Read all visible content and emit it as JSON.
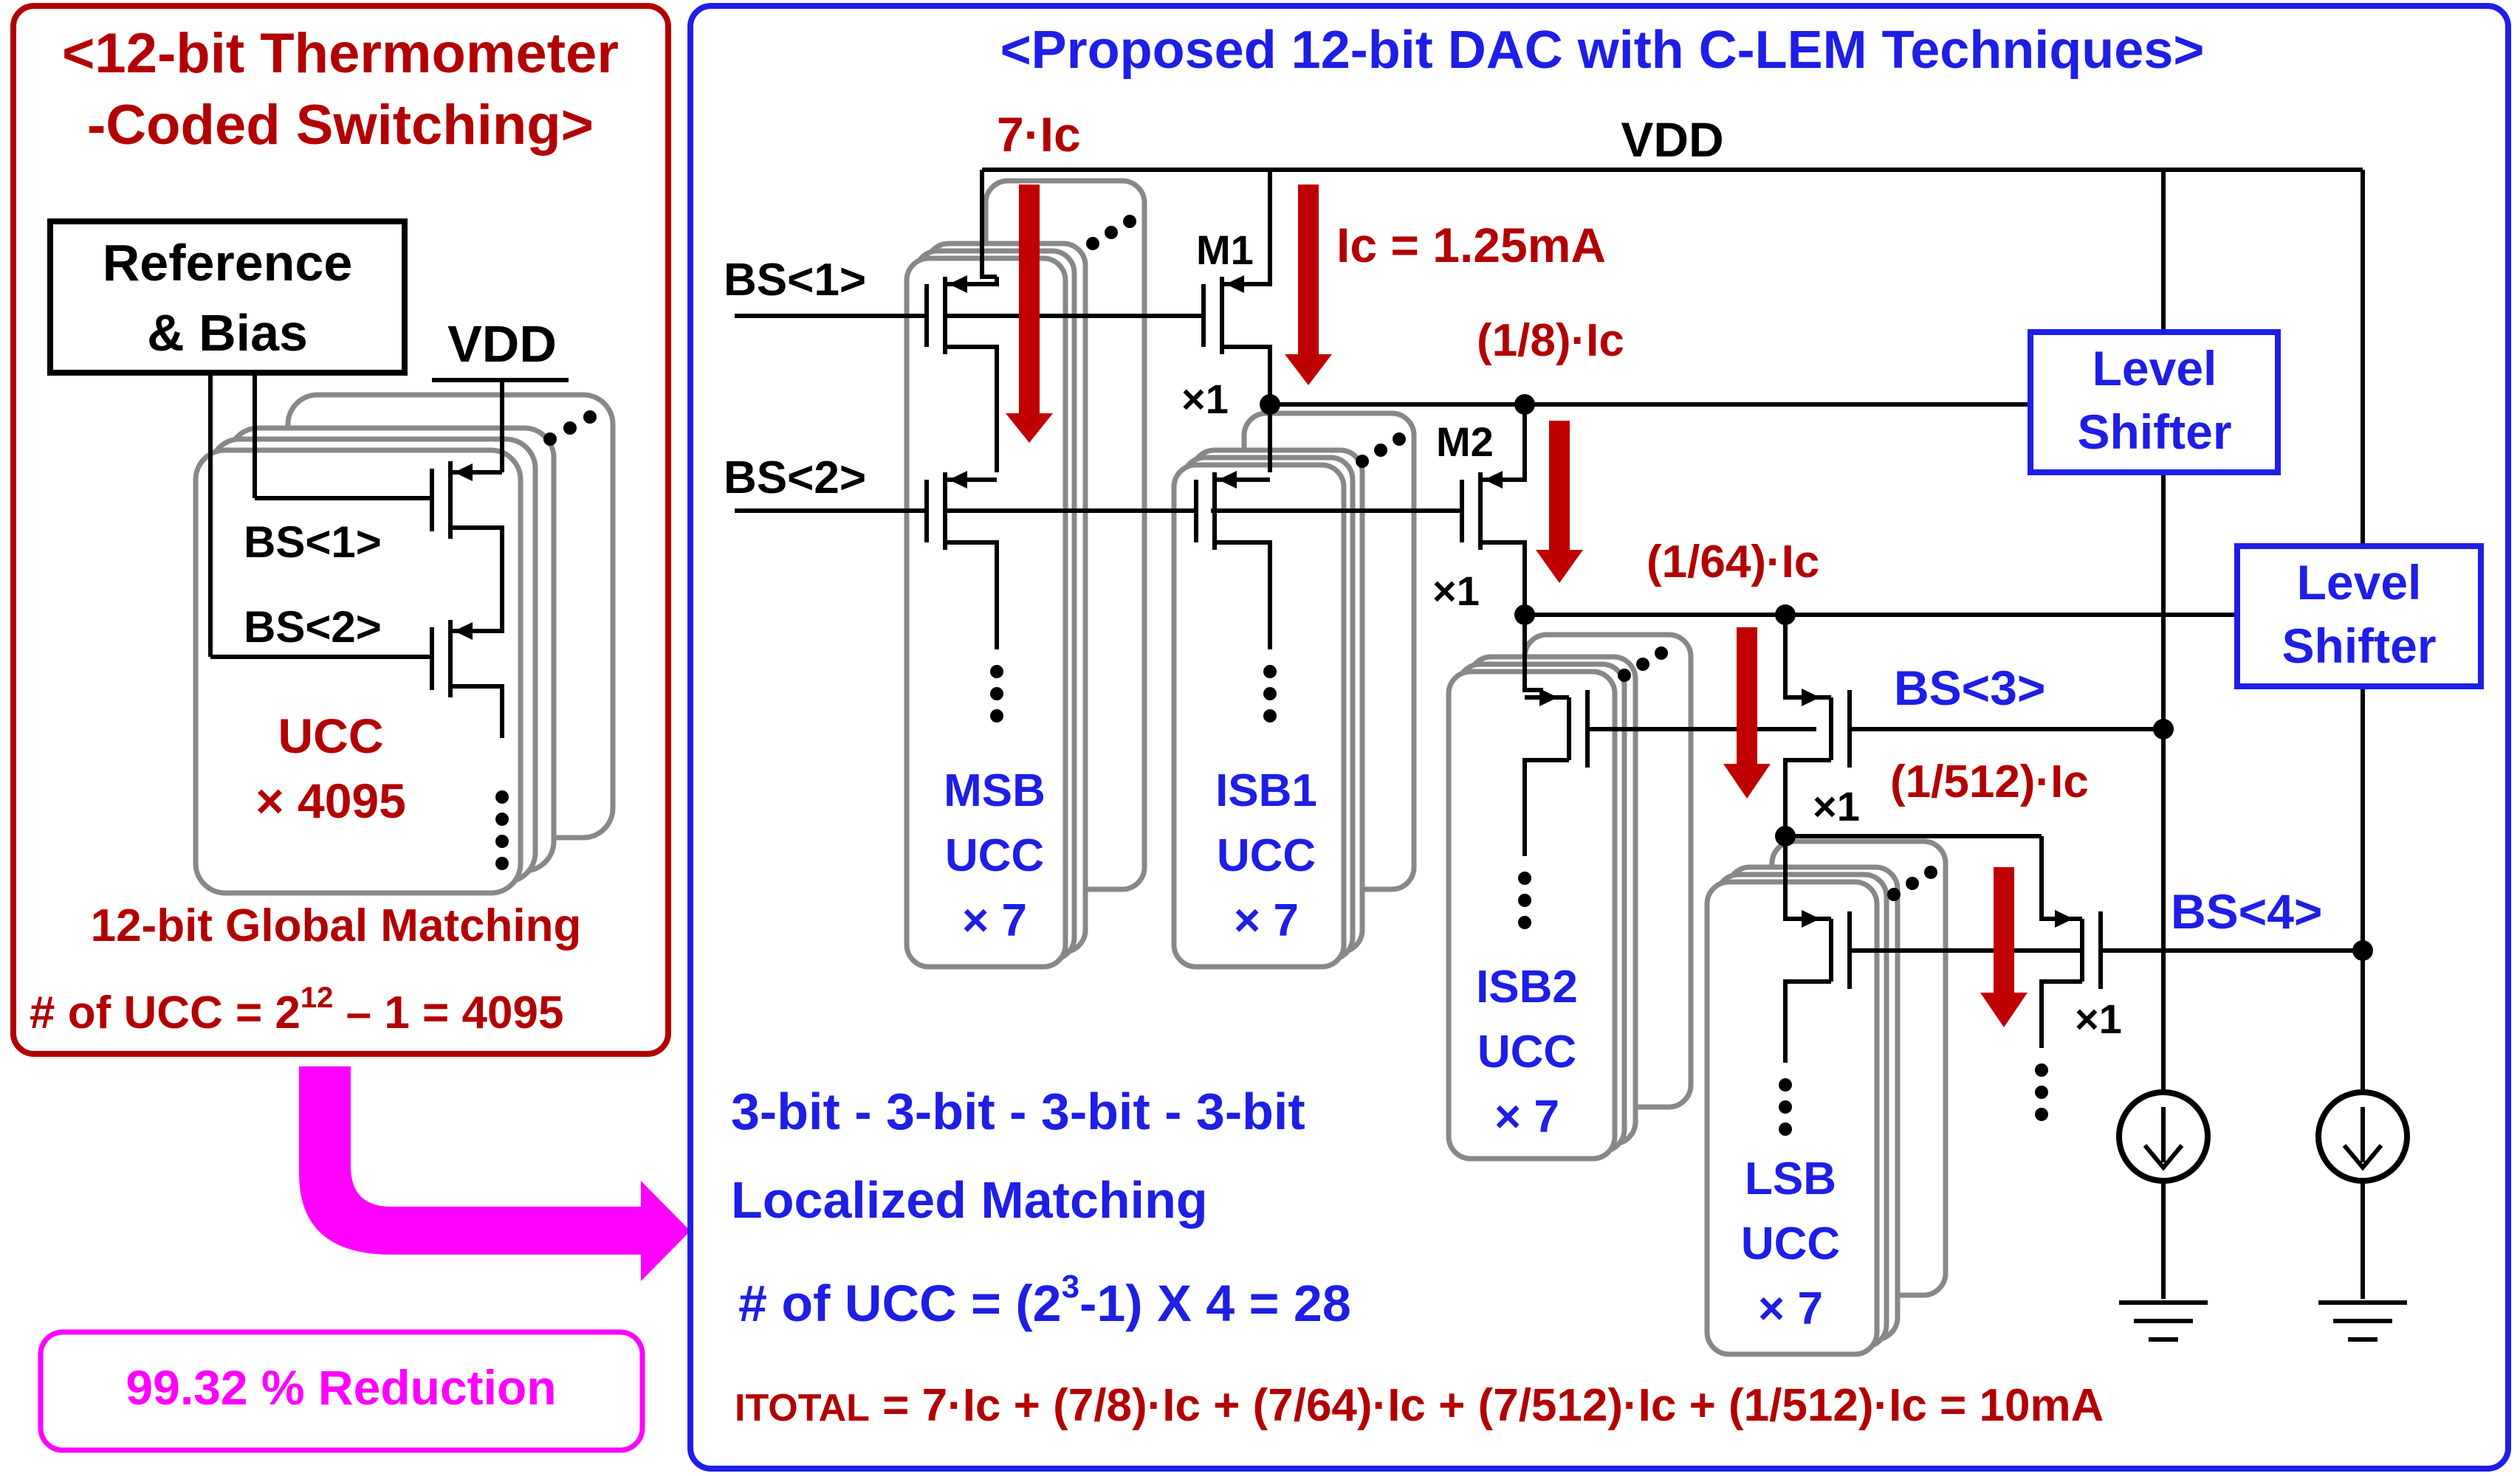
{
  "left_panel": {
    "title_line1": "<12-bit Thermometer",
    "title_line2": "-Coded Switching>",
    "ref_line1": "Reference",
    "ref_line2": "& Bias",
    "vdd": "VDD",
    "bs1": "BS<1>",
    "bs2": "BS<2>",
    "ucc_line1": "UCC",
    "ucc_line2": "× 4095",
    "global_matching": "12-bit Global Matching",
    "ucc_count_prefix": "# of UCC = 2",
    "ucc_count_exp": "12",
    "ucc_count_suffix": " – 1 = 4095"
  },
  "reduction": "99.32 % Reduction",
  "right_panel": {
    "title": "<Proposed 12-bit DAC with C-LEM Techniques>",
    "vdd": "VDD",
    "i7": "7·Ic",
    "ic_eq": "Ic = 1.25mA",
    "m1": "M1",
    "m2": "M2",
    "x1": "×1",
    "i_8": "(1/8)·Ic",
    "i_64": "(1/64)·Ic",
    "i_512": "(1/512)·Ic",
    "bs1": "BS<1>",
    "bs2": "BS<2>",
    "bs3": "BS<3>",
    "bs4": "BS<4>",
    "level_shifter_1": "Level",
    "level_shifter_2": "Shifter",
    "msb": [
      "MSB",
      "UCC",
      "× 7"
    ],
    "isb1": [
      "ISB1",
      "UCC",
      "× 7"
    ],
    "isb2": [
      "ISB2",
      "UCC",
      "× 7"
    ],
    "lsb": [
      "LSB",
      "UCC",
      "× 7"
    ],
    "bits": "3-bit - 3-bit - 3-bit - 3-bit",
    "localized": "Localized Matching",
    "ucc_count_prefix": "# of UCC = (2",
    "ucc_count_exp": "3",
    "ucc_count_suffix": "-1) X 4 = 28",
    "itotal_label": "ITOTAL",
    "itotal_expr": " = 7·Ic + (7/8)·Ic + (7/64)·Ic + (7/512)·Ic + (1/512)·Ic = 10mA"
  },
  "colors": {
    "red": "#b30000",
    "blue": "#1e1ee6",
    "magenta": "#ff00ff",
    "arrow": "#c00000",
    "gray": "#888888"
  }
}
